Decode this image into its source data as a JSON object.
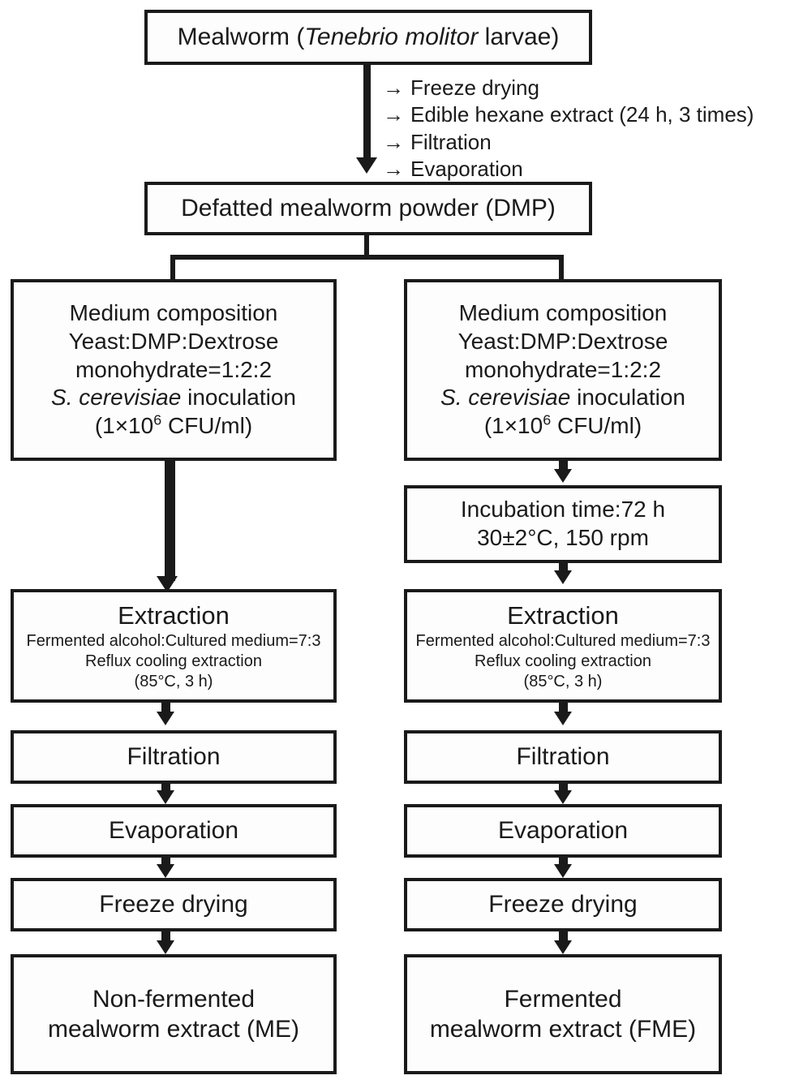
{
  "diagram": {
    "title": "Mealworm extract preparation flowchart",
    "colors": {
      "stroke": "#1a1a1a",
      "fill": "#fdfdfd",
      "background": "#ffffff"
    }
  },
  "nodes": {
    "source": {
      "text_plain": "Mealworm (Tenebrio molitor larvae)",
      "prefix": "Mealworm (",
      "species": "Tenebrio molitor",
      "suffix": " larvae)"
    },
    "dmp": {
      "text": "Defatted mealworm powder (DMP)"
    },
    "medium_left": {
      "line1": "Medium composition",
      "line2": "Yeast:DMP:Dextrose",
      "line3": "monohydrate=1:2:2",
      "line4_species": "S. cerevisiae",
      "line4_rest": " inoculation",
      "line5_pre": "(1×10",
      "line5_sup": "6",
      "line5_post": " CFU/ml)"
    },
    "medium_right": {
      "line1": "Medium composition",
      "line2": "Yeast:DMP:Dextrose",
      "line3": "monohydrate=1:2:2",
      "line4_species": "S. cerevisiae",
      "line4_rest": " inoculation",
      "line5_pre": "(1×10",
      "line5_sup": "6",
      "line5_post": " CFU/ml)"
    },
    "incubation": {
      "line1": "Incubation time:72 h",
      "line2": "30±2°C, 150 rpm"
    },
    "extraction_left": {
      "title": "Extraction",
      "line1": "Fermented alcohol:Cultured medium=7:3",
      "line2": "Reflux cooling extraction",
      "line3": "(85°C, 3 h)"
    },
    "extraction_right": {
      "title": "Extraction",
      "line1": "Fermented alcohol:Cultured medium=7:3",
      "line2": "Reflux cooling extraction",
      "line3": "(85°C, 3 h)"
    },
    "filtration_left": {
      "text": "Filtration"
    },
    "filtration_right": {
      "text": "Filtration"
    },
    "evaporation_left": {
      "text": "Evaporation"
    },
    "evaporation_right": {
      "text": "Evaporation"
    },
    "freeze_drying_left": {
      "text": "Freeze drying"
    },
    "freeze_drying_right": {
      "text": "Freeze drying"
    },
    "product_left": {
      "line1": "Non-fermented",
      "line2": "mealworm extract (ME)"
    },
    "product_right": {
      "line1": "Fermented",
      "line2": "mealworm extract (FME)"
    }
  },
  "process_steps": {
    "arrow_glyph": "→",
    "items": [
      "Freeze drying",
      "Edible hexane extract (24 h, 3 times)",
      "Filtration",
      "Evaporation"
    ]
  }
}
